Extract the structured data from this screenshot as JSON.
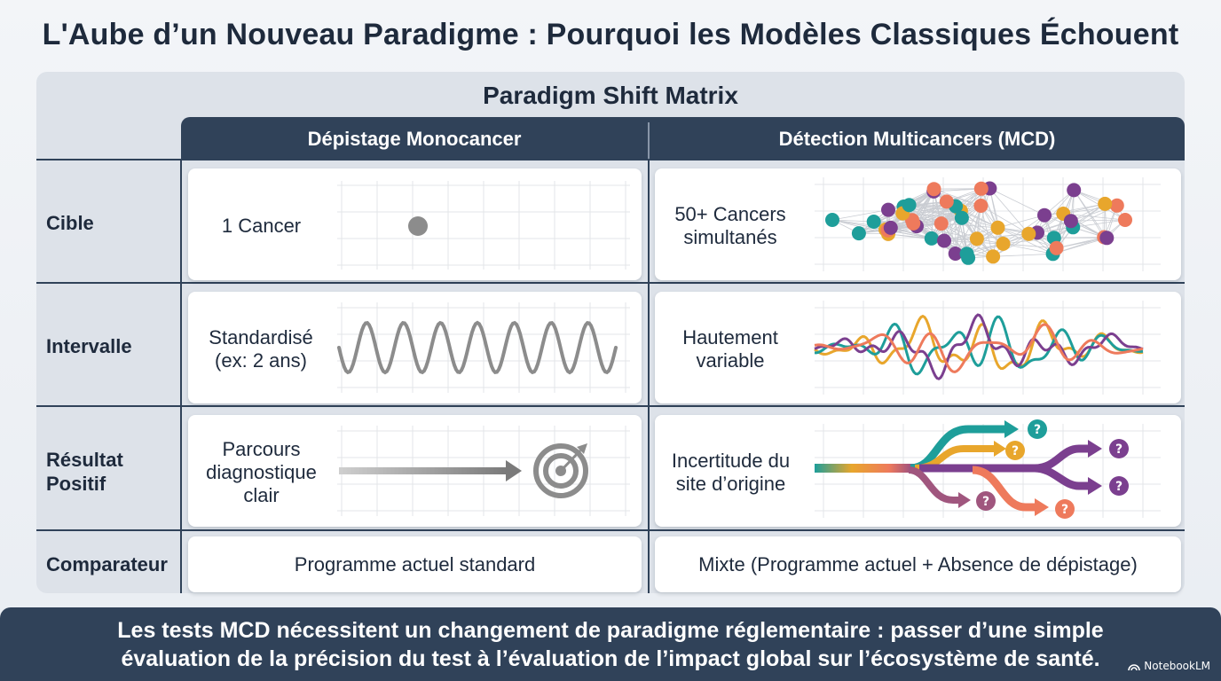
{
  "title": "L'Aube d’un Nouveau Paradigme : Pourquoi les Modèles Classiques Échouent",
  "matrix": {
    "title": "Paradigm Shift Matrix",
    "columns": [
      "Dépistage Monocancer",
      "Détection Multicancers (MCD)"
    ],
    "rows": [
      {
        "label": "Cible",
        "mono": "1 Cancer",
        "mcd": "50+ Cancers simultanés",
        "mono_icon": "single-dot-icon",
        "mcd_icon": "network-cluster-icon"
      },
      {
        "label": "Intervalle",
        "mono": "Standardisé (ex: 2 ans)",
        "mcd": "Hautement variable",
        "mono_icon": "regular-wave-icon",
        "mcd_icon": "irregular-waves-icon"
      },
      {
        "label": "Résultat Positif",
        "mono": "Parcours diagnostique clair",
        "mcd": "Incertitude du site d’origine",
        "mono_icon": "arrow-to-target-icon",
        "mcd_icon": "branching-question-arrows-icon"
      },
      {
        "label": "Comparateur",
        "mono": "Programme actuel standard",
        "mcd": "Mixte (Programme actuel + Absence de dépistage)"
      }
    ],
    "text_lines": {
      "cible_mcd": [
        "50+ Cancers",
        "simultanés"
      ],
      "intervalle_mono": [
        "Standardisé",
        "(ex: 2 ans)"
      ],
      "intervalle_mcd": [
        "Hautement",
        "variable"
      ],
      "resultat_label": [
        "Résultat",
        "Positif"
      ],
      "resultat_mono": [
        "Parcours",
        "diagnostique",
        "clair"
      ],
      "resultat_mcd": [
        "Incertitude du",
        "site d’origine"
      ]
    },
    "question_mark": "?"
  },
  "footer": {
    "line1": "Les tests MCD nécessitent un changement de paradigme réglementaire : passer d’une simple",
    "line2": "évaluation de la précision du test à l’évaluation de l’impact global sur l’écosystème de santé."
  },
  "watermark": "NotebookLM",
  "colors": {
    "navy": "#304259",
    "teal": "#1e9e9a",
    "purple": "#7b3f8f",
    "gold": "#e8a62c",
    "coral": "#ee7a5c",
    "grey": "#8c8c8c"
  }
}
